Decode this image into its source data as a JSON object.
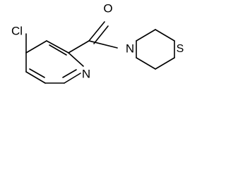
{
  "molecule": {
    "atoms": {
      "chlorine": "Cl",
      "oxygen": "O",
      "pyridine_nitrogen": "N",
      "amide_nitrogen": "N",
      "sulfur": "S"
    }
  }
}
